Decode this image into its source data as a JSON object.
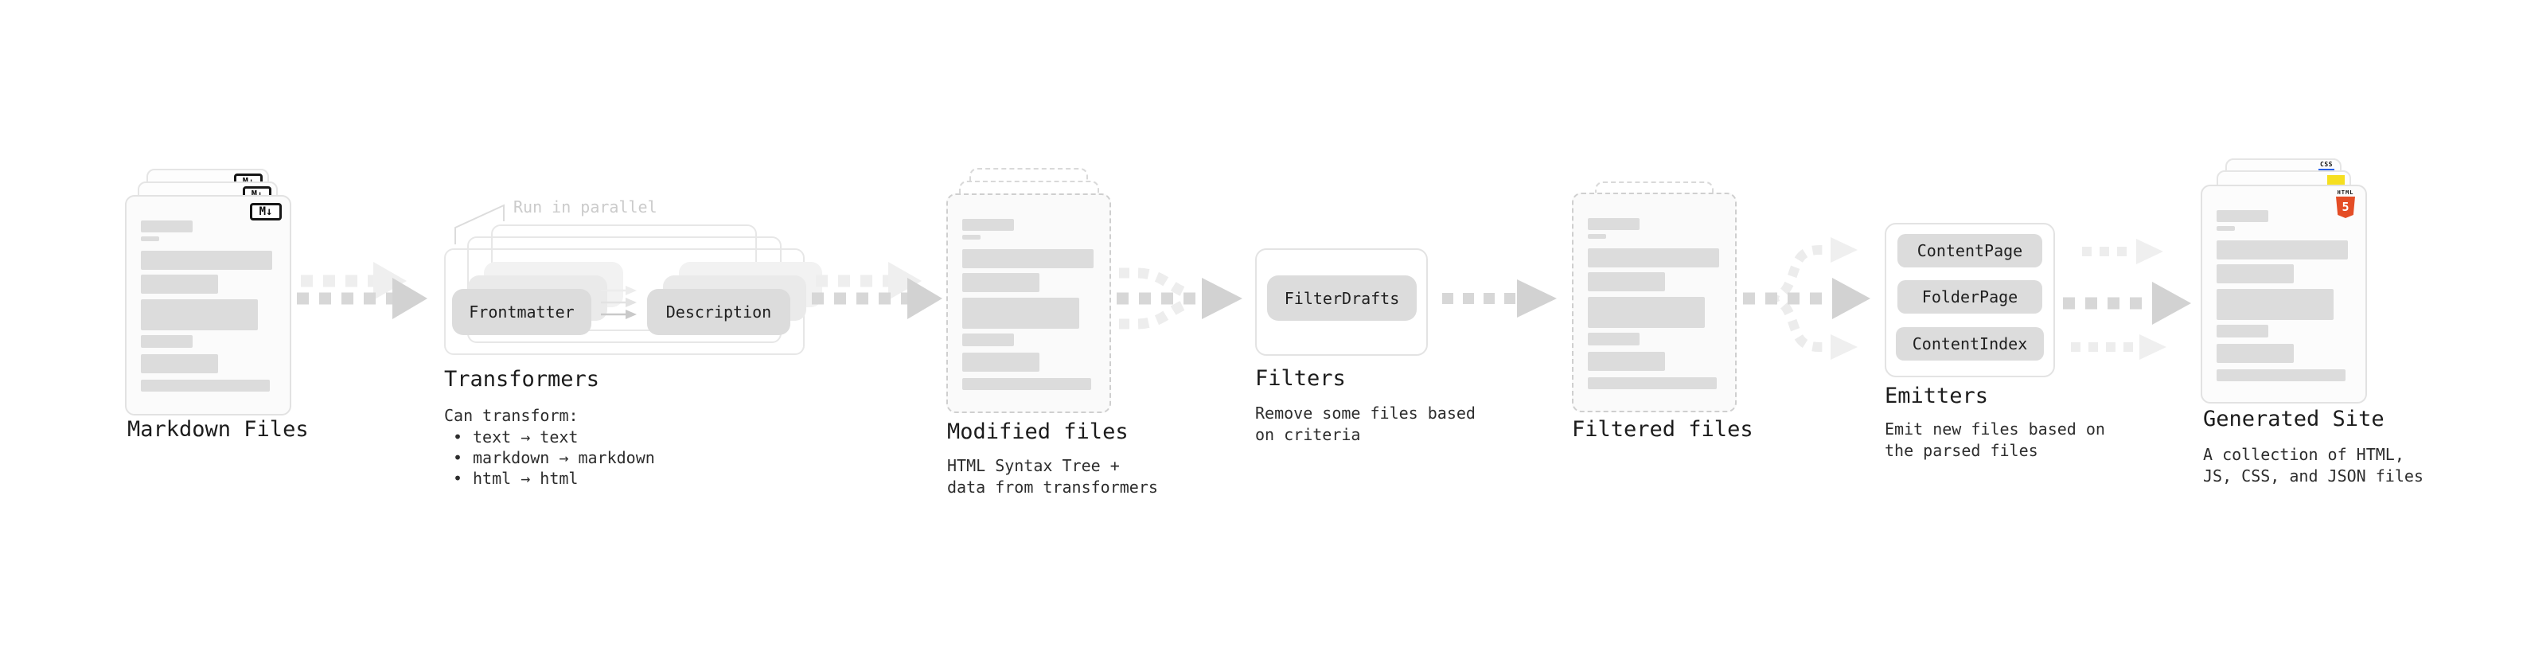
{
  "nodes": {
    "markdown": {
      "caption": "Markdown Files",
      "badge_label": "M↓"
    },
    "transformers": {
      "caption": "Transformers",
      "note": "Run in parallel",
      "pill_left": "Frontmatter",
      "pill_right": "Description",
      "sub_heading": "Can transform:",
      "bullet_char": "•",
      "bullets": [
        "text → text",
        "markdown → markdown",
        "html → html"
      ]
    },
    "modified": {
      "caption": "Modified files",
      "sub": "HTML Syntax Tree +\ndata from transformers"
    },
    "filters": {
      "caption": "Filters",
      "pill": "FilterDrafts",
      "sub": "Remove some files based\non criteria"
    },
    "filtered": {
      "caption": "Filtered files"
    },
    "emitters": {
      "caption": "Emitters",
      "pills": [
        "ContentPage",
        "FolderPage",
        "ContentIndex"
      ],
      "sub": "Emit new files based on\nthe parsed files"
    },
    "generated": {
      "caption": "Generated Site",
      "sub": "A collection of HTML,\nJS, CSS, and JSON files",
      "badge_html_label": "HTML",
      "badge_html_number": "5",
      "badge_css_label": "CSS"
    }
  },
  "colors": {
    "pill_gray": "#dcdcdc",
    "arrow_main": "#d7d7d7",
    "arrow_ghost": "#ececec",
    "html5_orange": "#e44d26",
    "js_yellow": "#f6df1f",
    "css_blue": "#2760e8"
  }
}
